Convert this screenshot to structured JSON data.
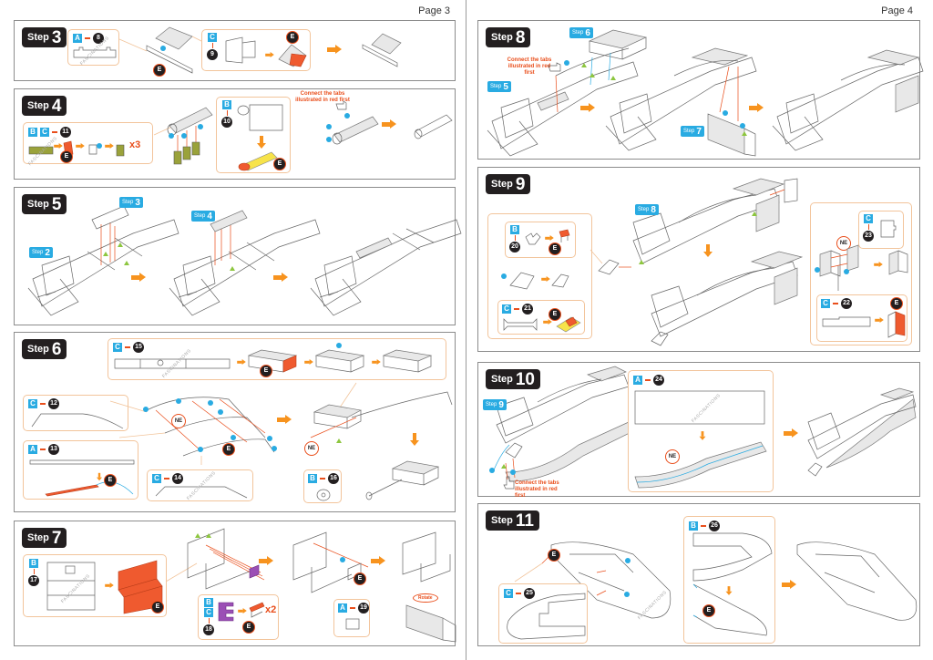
{
  "document": {
    "pages": [
      {
        "label": "Page 3"
      },
      {
        "label": "Page 4"
      }
    ]
  },
  "step_word": "Step",
  "steps": {
    "s3": {
      "number": "3",
      "parts": [
        {
          "sheet": "A",
          "part": "8"
        },
        {
          "sheet": "C",
          "part": "9"
        }
      ],
      "badges": [
        "E",
        "E"
      ]
    },
    "s4": {
      "number": "4",
      "parts": [
        {
          "sheets": [
            "B",
            "C"
          ],
          "part": "11"
        },
        {
          "sheet": "B",
          "part": "10"
        }
      ],
      "multiplier": "x3",
      "note": "Connect the tabs illustrated in red first",
      "badges": [
        "E",
        "E"
      ]
    },
    "s5": {
      "number": "5",
      "refs": [
        "3",
        "2",
        "4"
      ]
    },
    "s6": {
      "number": "6",
      "parts": [
        {
          "sheet": "C",
          "part": "15"
        },
        {
          "sheet": "C",
          "part": "12"
        },
        {
          "sheet": "A",
          "part": "13"
        },
        {
          "sheet": "C",
          "part": "14"
        },
        {
          "sheet": "B",
          "part": "16"
        }
      ],
      "badges": [
        "E",
        "NE",
        "E",
        "E",
        "NE"
      ]
    },
    "s7": {
      "number": "7",
      "parts": [
        {
          "sheet": "B",
          "part": "17"
        },
        {
          "sheets": [
            "B",
            "C"
          ],
          "part": "18"
        },
        {
          "sheet": "A",
          "part": "19"
        }
      ],
      "multiplier": "x2",
      "rotate": "Rotate",
      "badges": [
        "E",
        "E",
        "E"
      ]
    },
    "s8": {
      "number": "8",
      "refs": [
        "6",
        "5",
        "7"
      ],
      "note": "Connect the tabs illustrated in red first"
    },
    "s9": {
      "number": "9",
      "refs": [
        "8"
      ],
      "parts": [
        {
          "sheet": "B",
          "part": "20"
        },
        {
          "sheet": "C",
          "part": "21"
        },
        {
          "sheet": "C",
          "part": "23"
        },
        {
          "sheet": "C",
          "part": "22"
        }
      ],
      "badges": [
        "E",
        "E",
        "NE",
        "E"
      ]
    },
    "s10": {
      "number": "10",
      "refs": [
        "9"
      ],
      "parts": [
        {
          "sheet": "A",
          "part": "24"
        }
      ],
      "note": "Connect the tabs illustrated in red first",
      "badges": [
        "NE"
      ]
    },
    "s11": {
      "number": "11",
      "parts": [
        {
          "sheet": "C",
          "part": "25"
        },
        {
          "sheet": "B",
          "part": "26"
        }
      ],
      "badges": [
        "E",
        "E"
      ]
    }
  },
  "watermark": "FASCINATIONS",
  "colors": {
    "accent_orange": "#f7931e",
    "sheet_blue": "#29abe2",
    "tab_red": "#e94e1b",
    "badge_black": "#231f20",
    "callout_border": "#f2c49b",
    "alignment_green": "#8dc63f"
  },
  "icons": {
    "arrow": "arrow-right-icon",
    "hand": "pointing-hand-icon",
    "dot": "blue-dot-icon",
    "triangle": "green-triangle-icon"
  }
}
